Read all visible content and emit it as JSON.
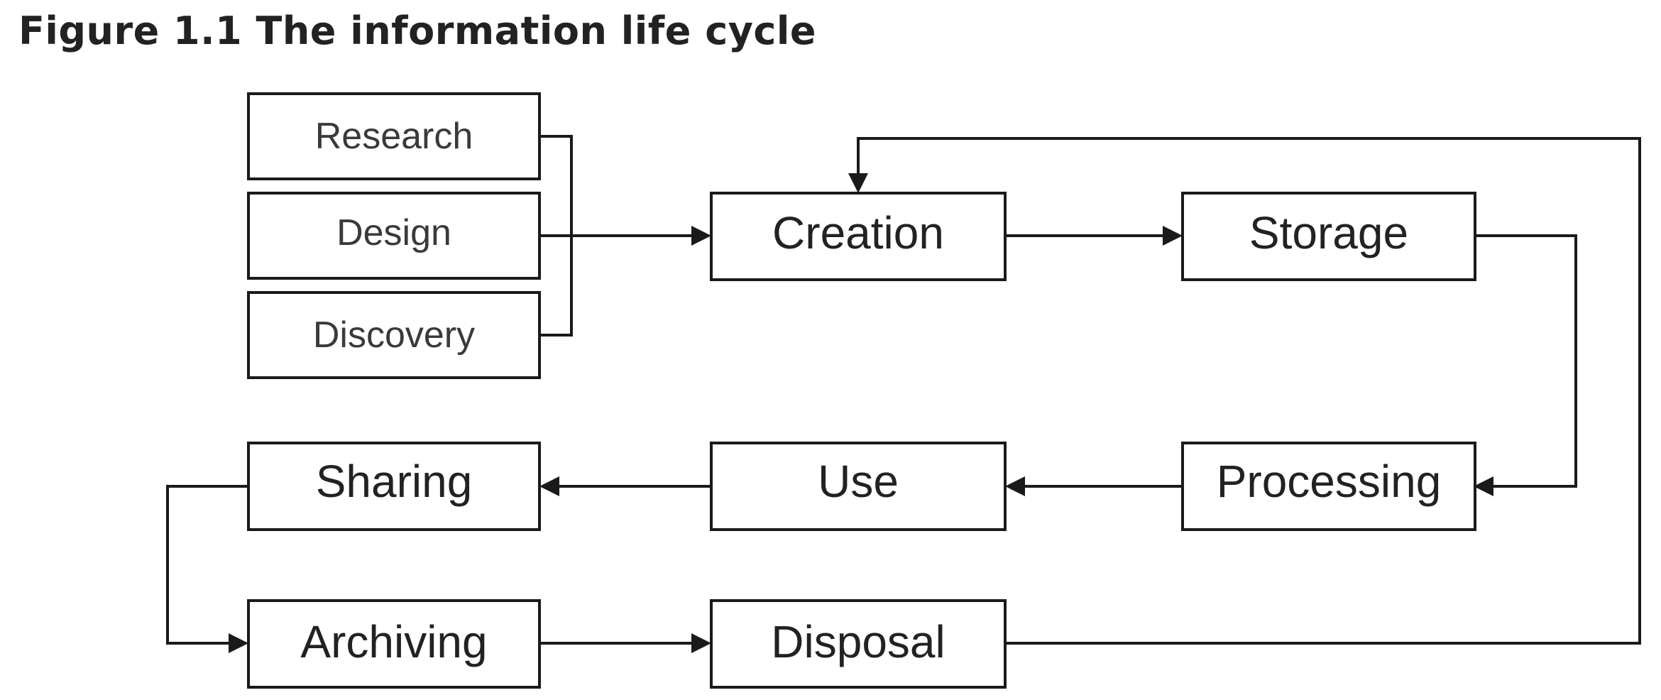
{
  "figure": {
    "title": "Figure 1.1 The information life cycle"
  },
  "diagram": {
    "inputs": [
      "Research",
      "Design",
      "Discovery"
    ],
    "stages": {
      "creation": "Creation",
      "storage": "Storage",
      "processing": "Processing",
      "use": "Use",
      "sharing": "Sharing",
      "archiving": "Archiving",
      "disposal": "Disposal"
    },
    "flow": [
      "Research → Creation",
      "Design → Creation",
      "Discovery → Creation",
      "Creation → Storage",
      "Storage → Processing",
      "Processing → Use",
      "Use → Sharing",
      "Sharing → Archiving",
      "Archiving → Disposal",
      "Disposal → Creation"
    ]
  }
}
